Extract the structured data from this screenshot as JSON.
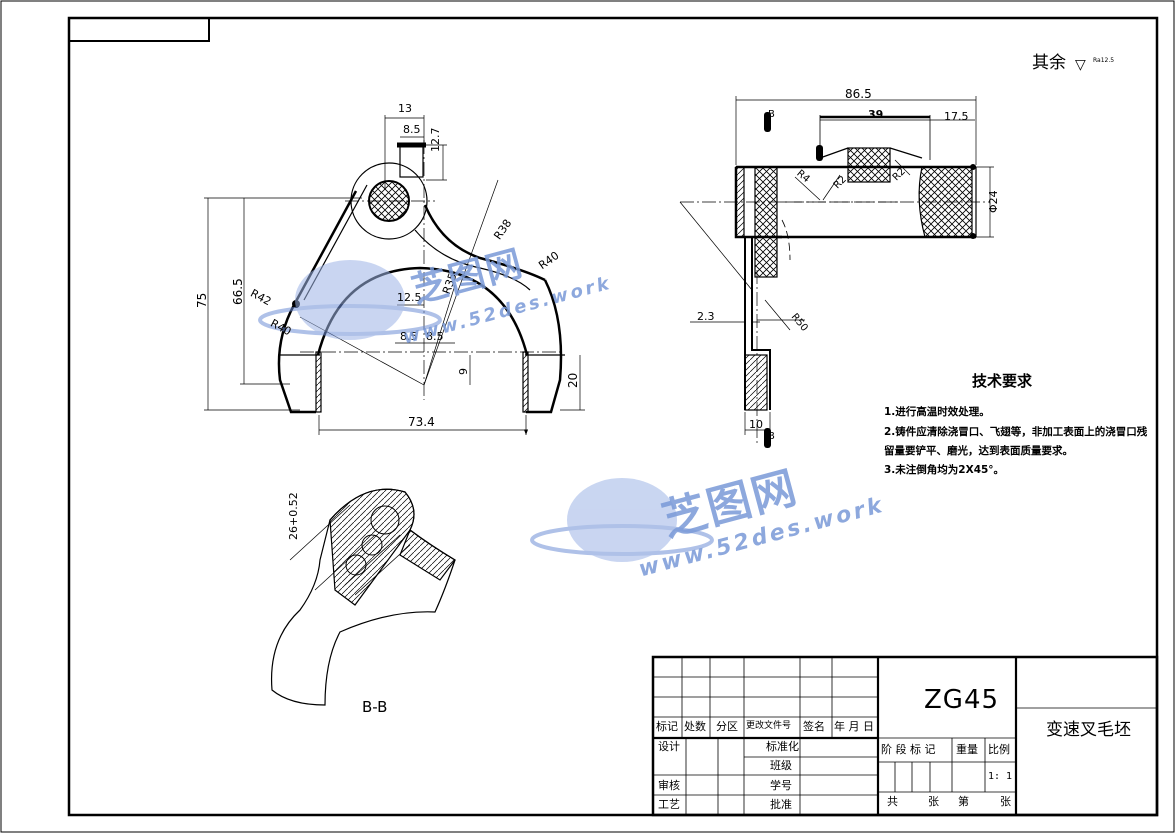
{
  "roughness": {
    "prefix": "其余",
    "value": "Ra12.5"
  },
  "dims": {
    "d13": "13",
    "d8_5_top": "8.5",
    "d12_7": "12.7",
    "d75": "75",
    "d66_5": "66.5",
    "r42": "R42",
    "r40_left": "R40",
    "r38": "R38",
    "r40_right": "R40",
    "r35": "R35",
    "d12_5": "12.5",
    "d8_5_a": "8.5",
    "d8_5_b": "8.5",
    "d9": "9",
    "d20": "20",
    "d73_4": "73.4",
    "d86_5": "86.5",
    "d39": "39",
    "d17_5": "17.5",
    "r4": "R4",
    "r2_a": "R2",
    "r2_b": "R2",
    "d24": "Φ24",
    "d2_3": "2.3",
    "r50": "R50",
    "d10": "10",
    "mark_b": "B",
    "d26": "26+0.52"
  },
  "section_label": "B-B",
  "tech": {
    "title": "技术要求",
    "notes": [
      "1.进行高温时效处理。",
      "2.铸件应清除浇冒口、飞翅等，非加工表面上的浇冒口残",
      "留量要铲平、磨光，达到表面质量要求。",
      "3.未注倒角均为2X45°。"
    ]
  },
  "title_block": {
    "material": "ZG45",
    "part_name": "变速叉毛坯",
    "revision_headers": [
      "标记",
      "处数",
      "分区",
      "更改文件号",
      "签名",
      "年 月 日"
    ],
    "rows": [
      "设计",
      "审核",
      "工艺"
    ],
    "mid": [
      "标准化",
      "班级",
      "学号",
      "批准"
    ],
    "stage": "阶 段 标 记",
    "weight": "重量",
    "scale_label": "比例",
    "scale_value": "1: 1",
    "sheets": [
      "共",
      "张",
      "第",
      "张"
    ]
  },
  "watermark": {
    "cn": "芝图网",
    "url": "www.52des.work"
  }
}
